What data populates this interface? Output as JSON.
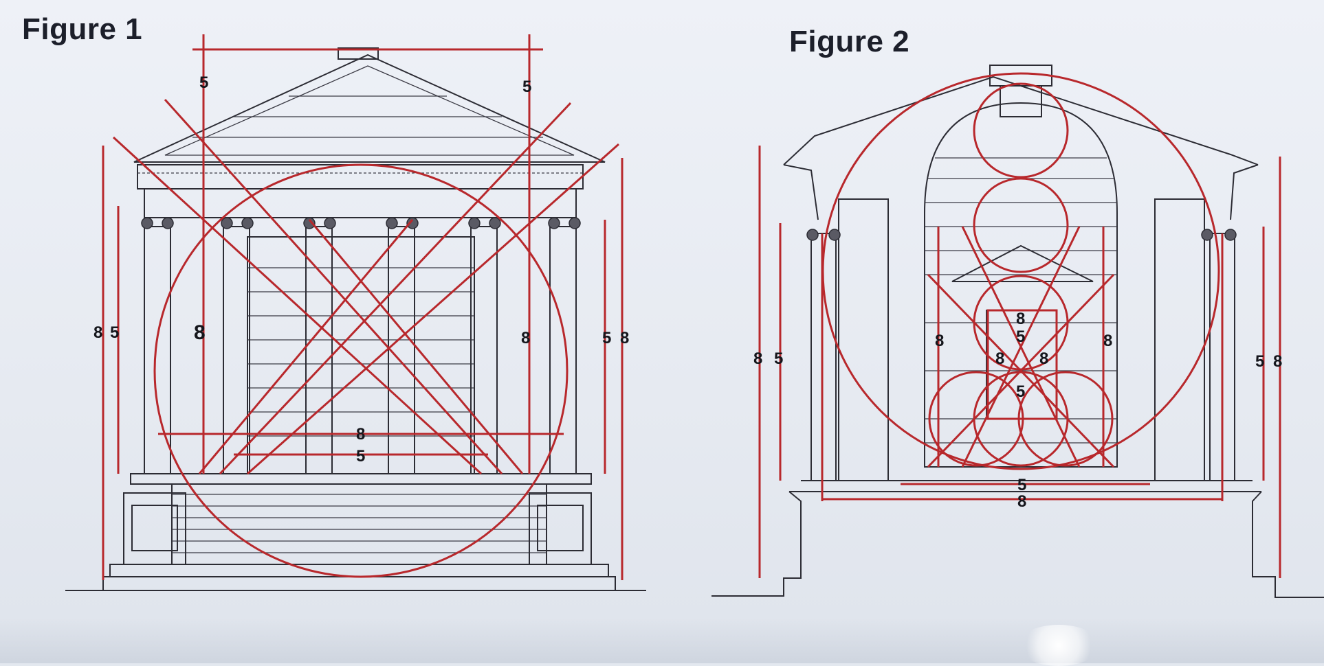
{
  "figures": [
    {
      "title": "Figure 1",
      "labels": {
        "top_left": "5",
        "top_right": "5",
        "outer_left": "8",
        "inner_left": "5",
        "center_left": "8",
        "center_right": "8",
        "inner_right": "5",
        "outer_right": "8",
        "bottom_8": "8",
        "bottom_5": "5"
      }
    },
    {
      "title": "Figure 2",
      "labels": {
        "outer_left": "8",
        "inner_left": "5",
        "mid_left": "8",
        "mid_right": "8",
        "center_top": "8",
        "center_5": "5",
        "center_8_left": "8",
        "center_8_right": "8",
        "center_5_lower": "5",
        "inner_right": "5",
        "outer_right": "8",
        "bottom_5": "5",
        "bottom_8": "8"
      }
    }
  ],
  "colors": {
    "proportion_lines": "#b8282c",
    "linework": "#2c2c34",
    "background": "#e6eaf1"
  }
}
